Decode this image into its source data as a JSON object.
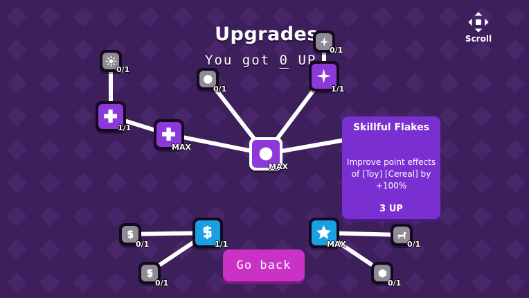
{
  "screen": {
    "title": "Upgrades",
    "got_prefix": "You got",
    "got_value": "0",
    "got_suffix": "UP"
  },
  "scroll": {
    "label": "Scroll",
    "icon": "move-arrows-icon"
  },
  "panel": {
    "title": "Skillful Flakes",
    "description": "Improve point effects of [Toy] [Cereal] by +100%",
    "cost": "3 UP"
  },
  "go_back": {
    "label": "Go back"
  },
  "nodes": [
    {
      "id": "sun",
      "icon": "sun-icon",
      "color": "gray",
      "level": "0/1"
    },
    {
      "id": "plus-small",
      "icon": "plus-icon",
      "color": "purple",
      "level": "1/1"
    },
    {
      "id": "plus-big",
      "icon": "plus-icon",
      "color": "purple",
      "level": "MAX"
    },
    {
      "id": "flake-center",
      "icon": "circle-icon",
      "color": "purple",
      "level": "MAX"
    },
    {
      "id": "circle-gray",
      "icon": "circle-icon",
      "color": "gray",
      "level": "0/1"
    },
    {
      "id": "sparkle-purple",
      "icon": "sparkle-icon",
      "color": "purple",
      "level": "1/1"
    },
    {
      "id": "sparkle-gray",
      "icon": "sparkle-icon",
      "color": "gray",
      "level": "0/1"
    },
    {
      "id": "dollar-blue",
      "icon": "dollar-icon",
      "color": "blue",
      "level": "1/1"
    },
    {
      "id": "dollar-gray-1",
      "icon": "dollar-icon",
      "color": "gray",
      "level": "0/1"
    },
    {
      "id": "dollar-gray-2",
      "icon": "dollar-icon",
      "color": "gray",
      "level": "0/1"
    },
    {
      "id": "star-blue",
      "icon": "star-icon",
      "color": "blue",
      "level": "MAX"
    },
    {
      "id": "horse-gray",
      "icon": "horse-icon",
      "color": "gray",
      "level": "0/1"
    },
    {
      "id": "hexagon-gray",
      "icon": "hexagon-icon",
      "color": "gray",
      "level": "0/1"
    }
  ],
  "colors": {
    "background": "#3d1f5c",
    "purple": "#8b3ad9",
    "gray": "#8f8b95",
    "blue": "#1a9fe3",
    "panel": "#7a2fd0",
    "button": "#c932c4"
  }
}
